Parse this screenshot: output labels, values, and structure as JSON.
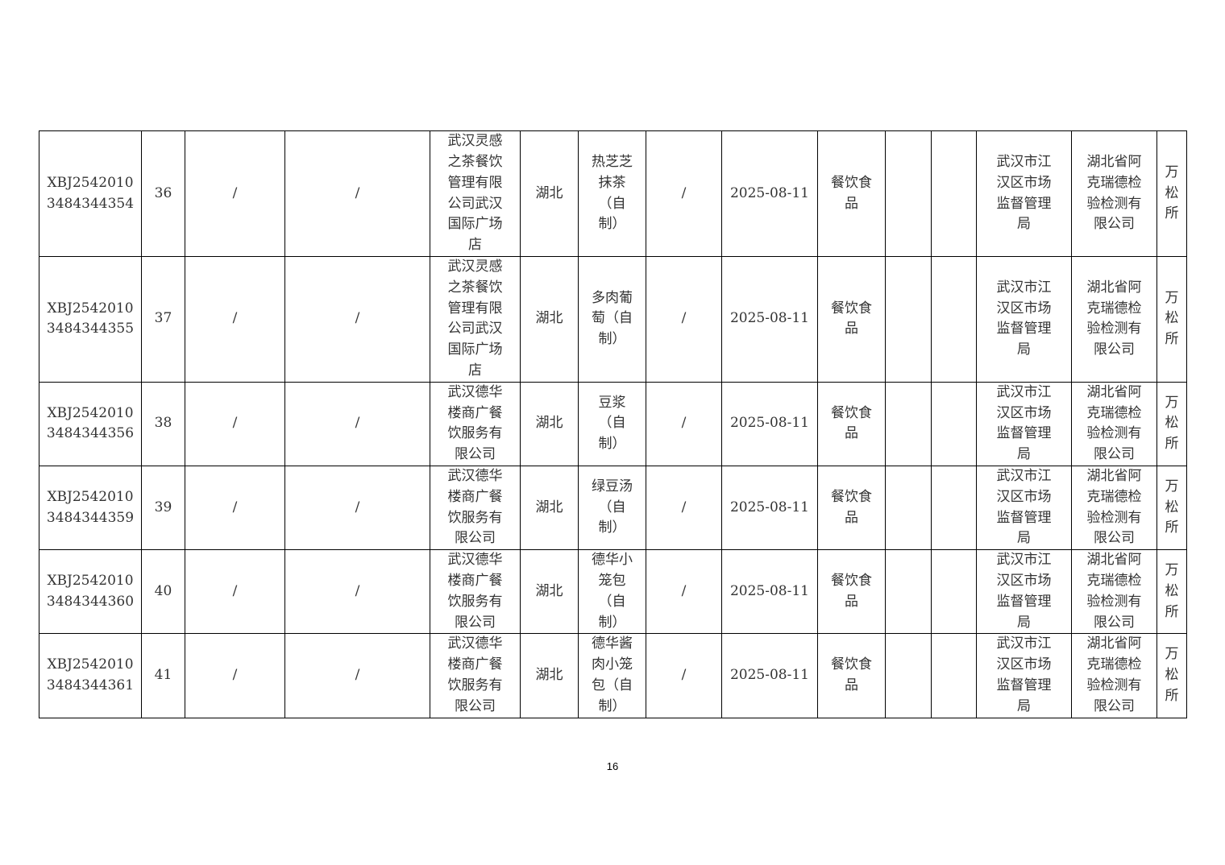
{
  "rows": [
    {
      "code": "XBJ2542010\n3484344354",
      "no": "36",
      "c3": "/",
      "c4": "/",
      "company": "武汉灵感\n之茶餐饮\n管理有限\n公司武汉\n国际广场\n店",
      "province": "湖北",
      "product": "热芝芝\n抹茶\n（自\n制）",
      "spec": "/",
      "date": "2025-08-11",
      "category": "餐饮食\n品",
      "c11": "",
      "c12": "",
      "agency": "武汉市江\n汉区市场\n监督管理\n局",
      "lab": "湖北省阿\n克瑞德检\n验检测有\n限公司",
      "office": "万\n松\n所"
    },
    {
      "code": "XBJ2542010\n3484344355",
      "no": "37",
      "c3": "/",
      "c4": "/",
      "company": "武汉灵感\n之茶餐饮\n管理有限\n公司武汉\n国际广场\n店",
      "province": "湖北",
      "product": "多肉葡\n萄（自\n制）",
      "spec": "/",
      "date": "2025-08-11",
      "category": "餐饮食\n品",
      "c11": "",
      "c12": "",
      "agency": "武汉市江\n汉区市场\n监督管理\n局",
      "lab": "湖北省阿\n克瑞德检\n验检测有\n限公司",
      "office": "万\n松\n所"
    },
    {
      "code": "XBJ2542010\n3484344356",
      "no": "38",
      "c3": "/",
      "c4": "/",
      "company": "武汉德华\n楼商广餐\n饮服务有\n限公司",
      "province": "湖北",
      "product": "豆浆\n（自\n制）",
      "spec": "/",
      "date": "2025-08-11",
      "category": "餐饮食\n品",
      "c11": "",
      "c12": "",
      "agency": "武汉市江\n汉区市场\n监督管理\n局",
      "lab": "湖北省阿\n克瑞德检\n验检测有\n限公司",
      "office": "万\n松\n所"
    },
    {
      "code": "XBJ2542010\n3484344359",
      "no": "39",
      "c3": "/",
      "c4": "/",
      "company": "武汉德华\n楼商广餐\n饮服务有\n限公司",
      "province": "湖北",
      "product": "绿豆汤\n（自\n制）",
      "spec": "/",
      "date": "2025-08-11",
      "category": "餐饮食\n品",
      "c11": "",
      "c12": "",
      "agency": "武汉市江\n汉区市场\n监督管理\n局",
      "lab": "湖北省阿\n克瑞德检\n验检测有\n限公司",
      "office": "万\n松\n所"
    },
    {
      "code": "XBJ2542010\n3484344360",
      "no": "40",
      "c3": "/",
      "c4": "/",
      "company": "武汉德华\n楼商广餐\n饮服务有\n限公司",
      "province": "湖北",
      "product": "德华小\n笼包\n（自\n制）",
      "spec": "/",
      "date": "2025-08-11",
      "category": "餐饮食\n品",
      "c11": "",
      "c12": "",
      "agency": "武汉市江\n汉区市场\n监督管理\n局",
      "lab": "湖北省阿\n克瑞德检\n验检测有\n限公司",
      "office": "万\n松\n所"
    },
    {
      "code": "XBJ2542010\n3484344361",
      "no": "41",
      "c3": "/",
      "c4": "/",
      "company": "武汉德华\n楼商广餐\n饮服务有\n限公司",
      "province": "湖北",
      "product": "德华酱\n肉小笼\n包（自\n制）",
      "spec": "/",
      "date": "2025-08-11",
      "category": "餐饮食\n品",
      "c11": "",
      "c12": "",
      "agency": "武汉市江\n汉区市场\n监督管理\n局",
      "lab": "湖北省阿\n克瑞德检\n验检测有\n限公司",
      "office": "万\n松\n所"
    }
  ],
  "page_number": "16"
}
